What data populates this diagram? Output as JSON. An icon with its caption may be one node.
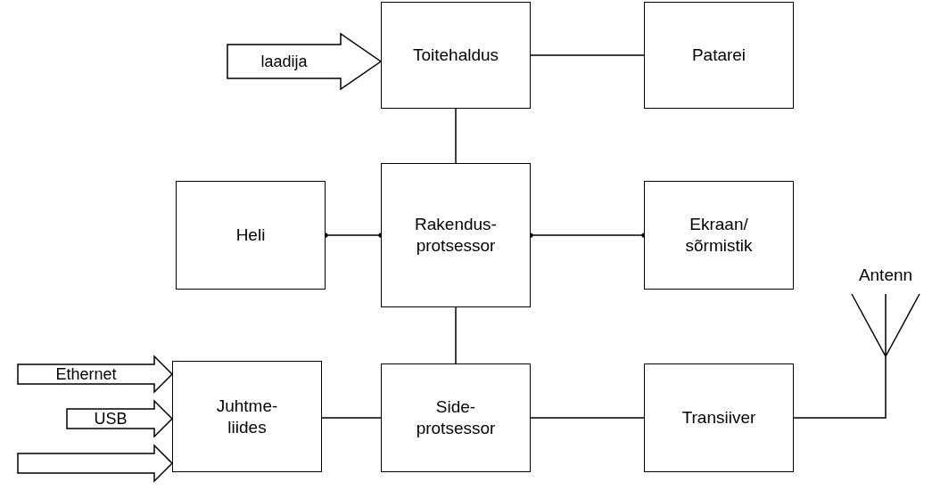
{
  "diagram": {
    "nodes": [
      {
        "text": [
          "Toitehaldus"
        ]
      },
      {
        "text": [
          "Patarei"
        ]
      },
      {
        "text": [
          "Heli"
        ]
      },
      {
        "text": [
          "Rakendus- protsessor"
        ]
      },
      {
        "text": [
          "Ekraan/ sõrmistik"
        ]
      },
      {
        "text": [
          "Juhtme- liides"
        ]
      },
      {
        "text": [
          "Side- protsessor"
        ]
      },
      {
        "text": [
          "Transiiver"
        ]
      },
      {
        "text": [
          "Antenn"
        ]
      }
    ],
    "edges": [
      {
        "from": null,
        "to": 0,
        "arrow": "to",
        "label": "laadija",
        "style": "thick"
      },
      {
        "from": 0,
        "to": 1,
        "arrow": "none"
      },
      {
        "from": 0,
        "to": 3,
        "arrow": "none"
      },
      {
        "from": 2,
        "to": 3,
        "arrow": "other"
      },
      {
        "from": 3,
        "to": 4,
        "arrow": "other"
      },
      {
        "from": 3,
        "to": 6,
        "arrow": "none"
      },
      {
        "from": null,
        "to": 5,
        "arrow": "to",
        "label": "Ethernet",
        "style": "thick"
      },
      {
        "from": null,
        "to": 5,
        "arrow": "to",
        "label": "USB",
        "style": "thick"
      },
      {
        "from": null,
        "to": 5,
        "arrow": "to",
        "style": "thick"
      },
      {
        "from": 5,
        "to": 6,
        "arrow": "none"
      },
      {
        "from": 6,
        "to": 7,
        "arrow": "none"
      },
      {
        "from": 7,
        "to": 8,
        "arrow": "none"
      }
    ]
  }
}
